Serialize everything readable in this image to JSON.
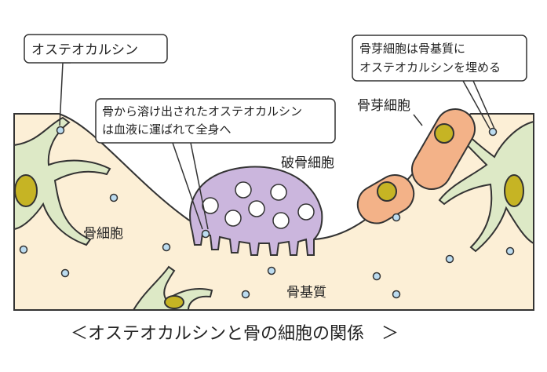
{
  "labels": {
    "osteocalcin": "オステオカルシン",
    "callout_released_line1": "骨から溶け出されたオステオカルシン",
    "callout_released_line2": "は血液に運ばれて全身へ",
    "callout_blast_line1": "骨芽細胞は骨基質に",
    "callout_blast_line2": "オステオカルシンを埋める",
    "osteoblast": "骨芽細胞",
    "osteoclast": "破骨細胞",
    "osteocyte": "骨細胞",
    "bone_matrix": "骨基質"
  },
  "caption": "＜オステオカルシンと骨の細胞の関係　＞",
  "colors": {
    "matrix": "#fcefd6",
    "osteocyte": "#dde9c6",
    "nucleus": "#c6b424",
    "osteoclast": "#cbb6dd",
    "osteoblast": "#f3b288",
    "osteocalcin_dot": "#bcdcf0"
  }
}
